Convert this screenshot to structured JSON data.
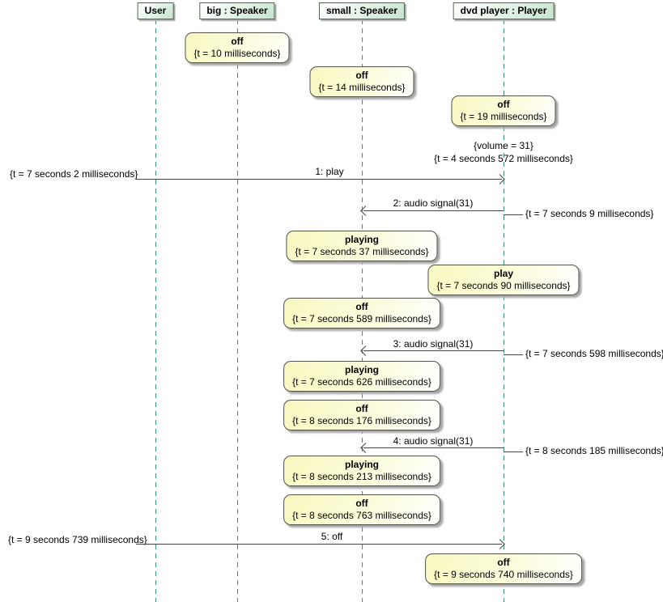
{
  "lifelines": [
    {
      "name": "User"
    },
    {
      "name": "big : Speaker"
    },
    {
      "name": "small : Speaker"
    },
    {
      "name": "dvd player : Player"
    }
  ],
  "states": [
    {
      "title": "off",
      "timestamp": "{t = 10 milliseconds}"
    },
    {
      "title": "off",
      "timestamp": "{t = 14 milliseconds}"
    },
    {
      "title": "off",
      "timestamp": "{t = 19 milliseconds}"
    },
    {
      "title": "playing",
      "timestamp": "{t = 7 seconds 37 milliseconds}"
    },
    {
      "title": "play",
      "timestamp": "{t = 7 seconds 90 milliseconds}"
    },
    {
      "title": "off",
      "timestamp": "{t = 7 seconds 589 milliseconds}"
    },
    {
      "title": "playing",
      "timestamp": "{t = 7 seconds 626 milliseconds}"
    },
    {
      "title": "off",
      "timestamp": "{t = 8 seconds 176 milliseconds}"
    },
    {
      "title": "playing",
      "timestamp": "{t = 8 seconds 213 milliseconds}"
    },
    {
      "title": "off",
      "timestamp": "{t = 8 seconds 763 milliseconds}"
    },
    {
      "title": "off",
      "timestamp": "{t = 9 seconds 740 milliseconds}"
    }
  ],
  "time_observation": {
    "line1": "{volume = 31}",
    "line2": "{t = 4 seconds 572 milliseconds}"
  },
  "messages": [
    {
      "label": "1: play",
      "timestamp": "{t = 7 seconds 2 milliseconds}"
    },
    {
      "label": "2: audio signal(31)",
      "timestamp": "{t = 7 seconds 9 milliseconds}"
    },
    {
      "label": "3: audio signal(31)",
      "timestamp": "{t = 7 seconds 598 milliseconds}"
    },
    {
      "label": "4: audio signal(31)",
      "timestamp": "{t = 8 seconds 185 milliseconds}"
    },
    {
      "label": "5: off",
      "timestamp": "{t = 9 seconds 739 milliseconds}"
    }
  ],
  "colors": {
    "lifeline": "#3b9180",
    "header_fill": "#c6e5cf",
    "header_border": "#55664f",
    "state_fill": "#f8f8c0",
    "state_border": "#52524a",
    "arrow": "#464646"
  }
}
